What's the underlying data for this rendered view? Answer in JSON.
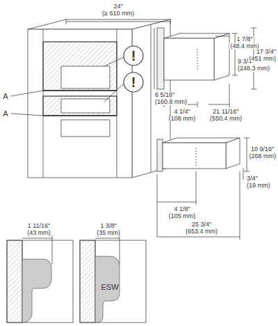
{
  "diagram": {
    "labels": [
      "24\"",
      "(≥ 610 mm)",
      "!",
      "!",
      "A",
      "A",
      "1 7/8\"",
      "(48.4 mm)",
      "9 3/4\"",
      "(248.3 mm)",
      "17 3/4\"",
      "(451 mm)",
      "6 5/16\"",
      "(160.8 mm)",
      "4 1/4\"",
      "(108 mm)",
      "21 11/16\"",
      "(550.4 mm)",
      "10 9/16\"",
      "(268 mm)",
      "3/4\"",
      "(19 mm)",
      "4 1/8\"",
      "(105 mm)",
      "25 3/4\"",
      "(653.4 mm)",
      "1 11/16\"",
      "(43 mm)",
      "1 3/8\"",
      "(35 mm)",
      "ESW"
    ]
  }
}
